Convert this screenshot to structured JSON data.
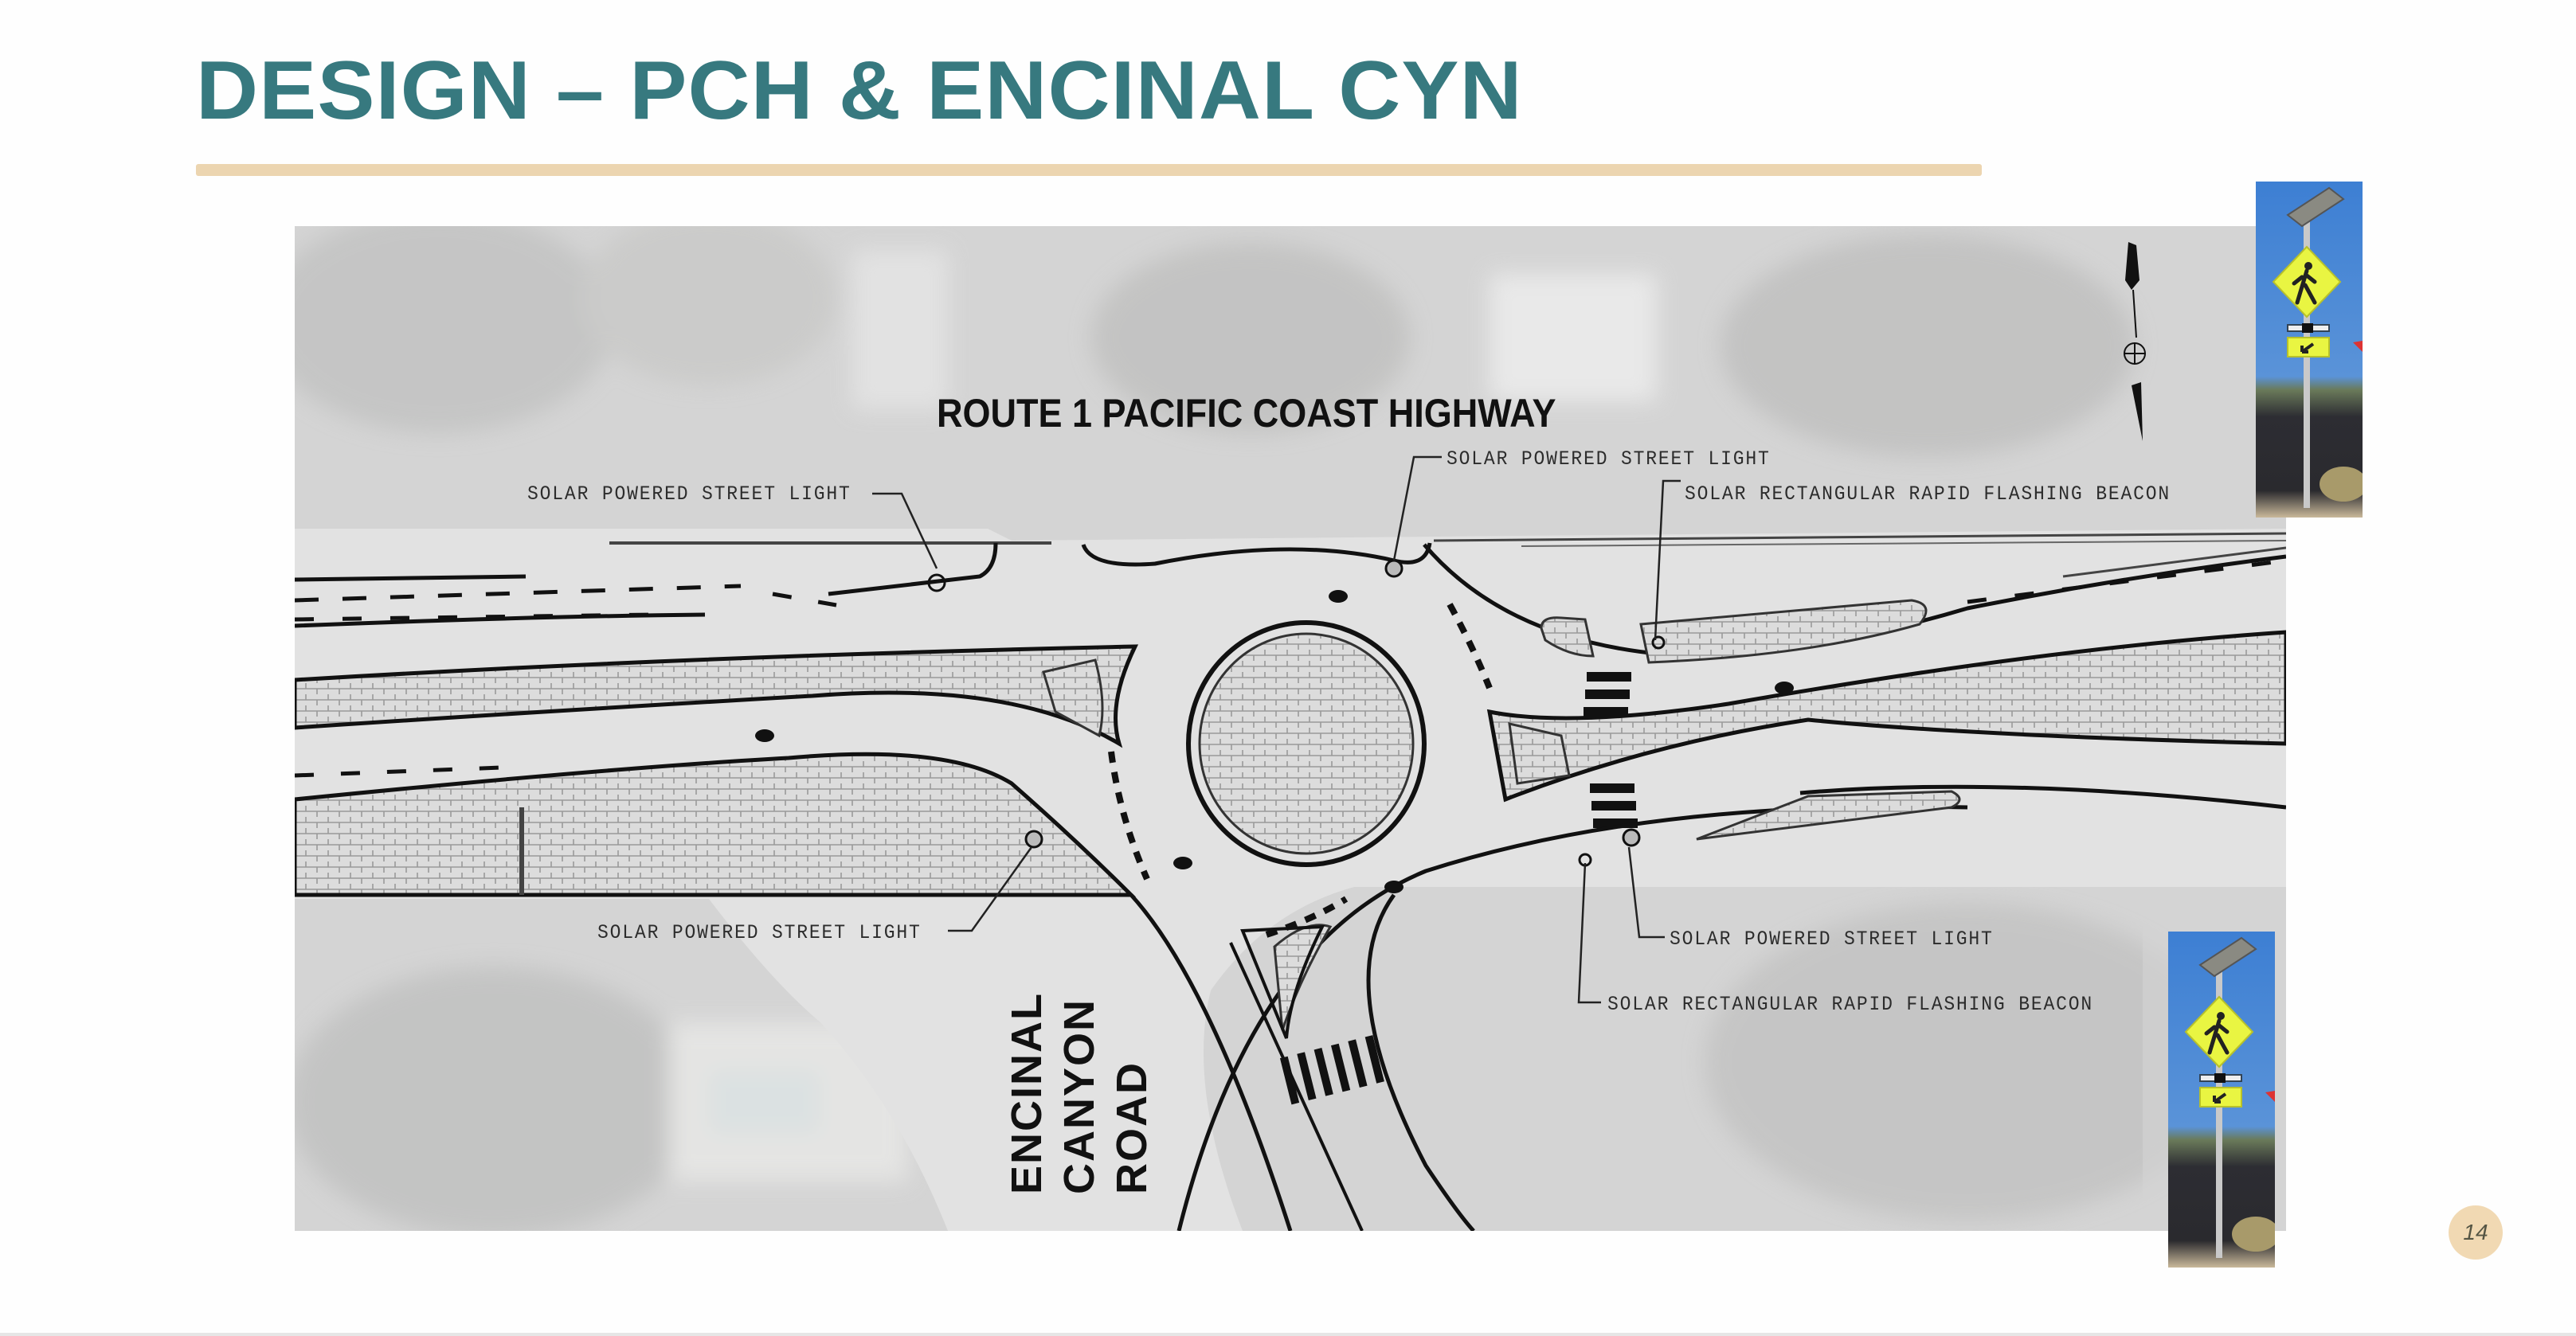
{
  "slide": {
    "title": "DESIGN – PCH & ENCINAL CYN",
    "page_number": "14",
    "colors": {
      "title": "#37797f",
      "accent_rule": "#ecd5b0",
      "page_badge": "#f1d9b3"
    }
  },
  "plan": {
    "road_labels": {
      "pch": "ROUTE 1 PACIFIC COAST HIGHWAY",
      "encinal_line1": "ENCINAL",
      "encinal_line2": "CANYON",
      "encinal_line3": "ROAD"
    },
    "callouts": [
      {
        "id": "light-nw",
        "text": "SOLAR POWERED STREET LIGHT"
      },
      {
        "id": "light-n",
        "text": "SOLAR POWERED STREET LIGHT"
      },
      {
        "id": "beacon-ne",
        "text": "SOLAR RECTANGULAR RAPID FLASHING BEACON"
      },
      {
        "id": "light-sw",
        "text": "SOLAR POWERED STREET LIGHT"
      },
      {
        "id": "light-se",
        "text": "SOLAR POWERED STREET LIGHT"
      },
      {
        "id": "beacon-se",
        "text": "SOLAR RECTANGULAR RAPID FLASHING BEACON"
      }
    ],
    "north_arrow": "north-arrow-icon"
  },
  "photos": [
    {
      "id": "rrfb-photo-top",
      "subject": "Solar rectangular rapid flashing beacon with pedestrian crossing sign"
    },
    {
      "id": "rrfb-photo-bottom",
      "subject": "Solar rectangular rapid flashing beacon with pedestrian crossing sign"
    }
  ]
}
